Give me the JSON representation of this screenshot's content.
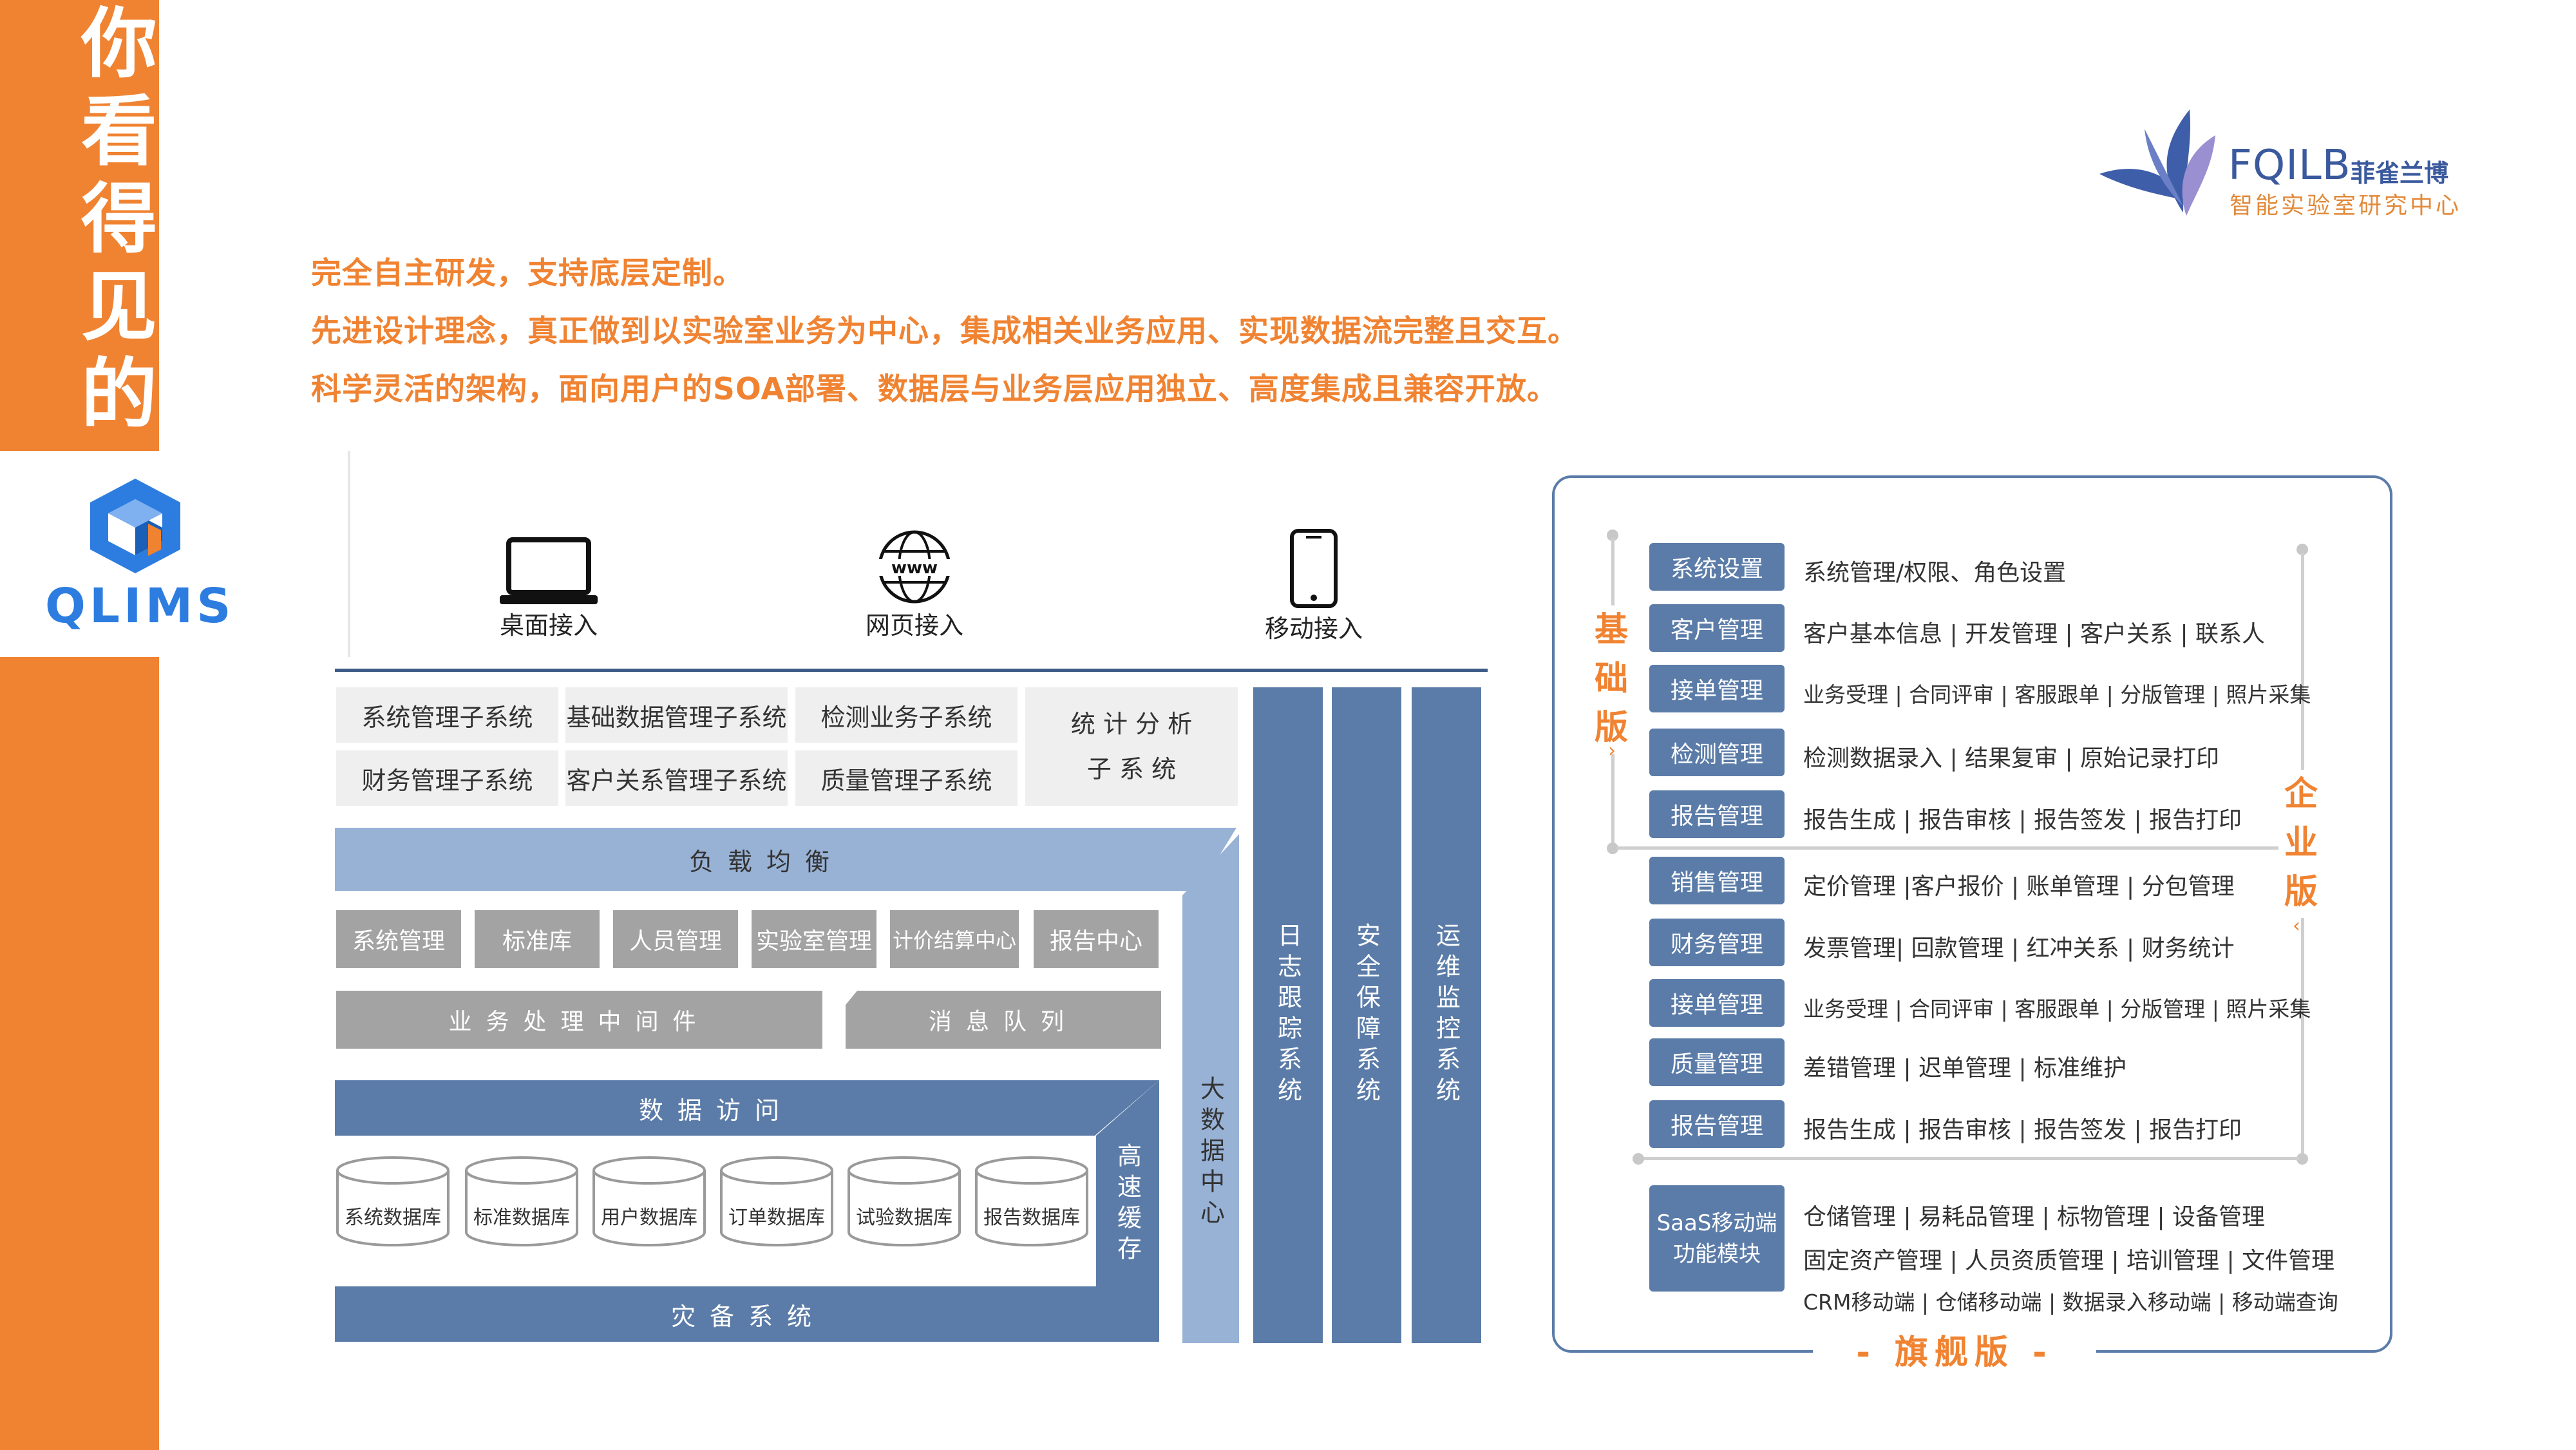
{
  "rail": {
    "slogan": [
      "你",
      "看",
      "得",
      "见",
      "的"
    ],
    "product": "QLIMS"
  },
  "brand": {
    "code": "FQILB",
    "name": "菲雀兰博",
    "subtitle": "智能实验室研究中心"
  },
  "intro": [
    "完全自主研发，支持底层定制。",
    "先进设计理念，真正做到以实验室业务为中心，集成相关业务应用、实现数据流完整且交互。",
    "科学灵活的架构，面向用户的SOA部署、数据层与业务层应用独立、高度集成且兼容开放。"
  ],
  "access": {
    "desktop": "桌面接入",
    "web": "网页接入",
    "web_icon_text": "www",
    "mobile": "移动接入"
  },
  "subsystems": {
    "row1": [
      "系统管理子系统",
      "基础数据管理子系统",
      "检测业务子系统"
    ],
    "row2": [
      "财务管理子系统",
      "客户关系管理子系统",
      "质量管理子系统"
    ],
    "stat_line1": "统 计 分 析",
    "stat_line2": "子 系 统"
  },
  "load_balance": "负载均衡",
  "modules": [
    "系统管理",
    "标准库",
    "人员管理",
    "实验室管理",
    "计价结算中心",
    "报告中心"
  ],
  "middleware": "业务处理中间件",
  "message_queue": "消息队列",
  "data_access": "数据访问",
  "databases": [
    "系统数据库",
    "标准数据库",
    "用户数据库",
    "订单数据库",
    "试验数据库",
    "报告数据库"
  ],
  "disaster": "灾备系统",
  "cache": "高速缓存",
  "bigdata": "大数据中心",
  "verticals": [
    "日志跟踪系统",
    "安全保障系统",
    "运维监控系统"
  ],
  "editions": {
    "basic": "基础版",
    "enterprise": "企业版",
    "flagship": "- 旗舰版 -"
  },
  "basic_rows": [
    {
      "button": "系统设置",
      "desc": "系统管理/权限、角色设置"
    },
    {
      "button": "客户管理",
      "desc": "客户基本信息 | 开发管理 | 客户关系 | 联系人"
    },
    {
      "button": "接单管理",
      "desc": "业务受理 | 合同评审 | 客服跟单 | 分版管理 | 照片采集"
    },
    {
      "button": "检测管理",
      "desc": "检测数据录入 | 结果复审 | 原始记录打印"
    },
    {
      "button": "报告管理",
      "desc": "报告生成 | 报告审核 | 报告签发 | 报告打印"
    }
  ],
  "enterprise_rows": [
    {
      "button": "销售管理",
      "desc": "定价管理 |客户报价 | 账单管理 | 分包管理"
    },
    {
      "button": "财务管理",
      "desc": "发票管理| 回款管理 | 红冲关系 | 财务统计"
    },
    {
      "button": "接单管理",
      "desc": "业务受理 | 合同评审 | 客服跟单 | 分版管理 | 照片采集"
    },
    {
      "button": "质量管理",
      "desc": "差错管理 | 迟单管理 | 标准维护"
    },
    {
      "button": "报告管理",
      "desc": "报告生成 | 报告审核 | 报告签发 | 报告打印"
    }
  ],
  "saas": {
    "button_line1": "SaaS移动端",
    "button_line2": "功能模块",
    "lines": [
      "仓储管理 | 易耗品管理 | 标物管理 | 设备管理",
      "固定资产管理 | 人员资质管理 | 培训管理 | 文件管理",
      "CRM移动端 | 仓储移动端 | 数据录入移动端 | 移动端查询"
    ]
  },
  "colors": {
    "orange": "#f08332",
    "blue_dark": "#5b7ca8",
    "blue_light": "#98b2d6",
    "grey_dark": "#a3a3a3",
    "grey_light": "#efefef"
  }
}
